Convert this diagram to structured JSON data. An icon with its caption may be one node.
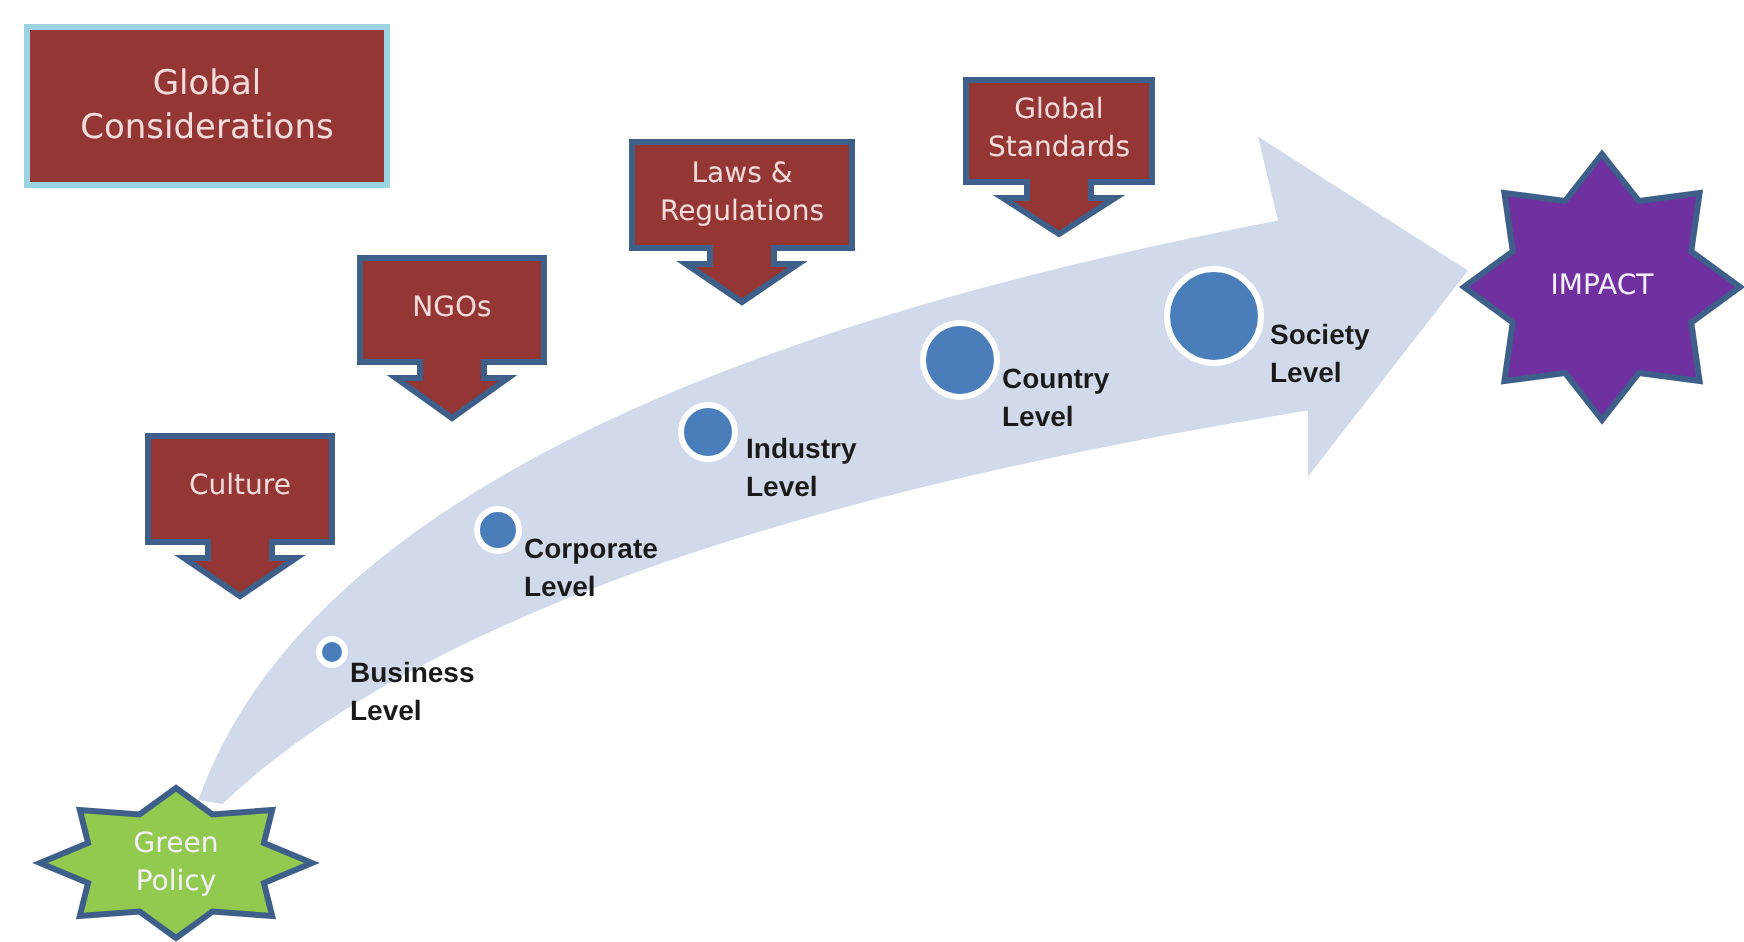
{
  "diagram": {
    "nodes": [
      {
        "text": [
          "Global Considerations"
        ]
      },
      {
        "text": [
          "Culture"
        ]
      },
      {
        "text": [
          "NGOs"
        ]
      },
      {
        "text": [
          "Laws & Regulations"
        ]
      },
      {
        "text": [
          "Global Standards"
        ]
      },
      {
        "text": [
          "Green Policy"
        ]
      },
      {
        "text": [],
        "shape": "circle",
        "beside": [
          "Business Level"
        ]
      },
      {
        "text": [],
        "shape": "circle",
        "beside": [
          "Corporate Level"
        ]
      },
      {
        "text": [],
        "shape": "circle",
        "beside": [
          "Industry Level"
        ]
      },
      {
        "text": [],
        "shape": "circle",
        "beside": [
          "Country Level"
        ]
      },
      {
        "text": [],
        "shape": "circle",
        "beside": [
          "Society Level"
        ]
      },
      {
        "text": [
          "IMPACT"
        ]
      }
    ],
    "edges": [
      {
        "from": 5,
        "to": 11,
        "arrow": "to",
        "style": "thick",
        "color": "#d0daea"
      }
    ]
  }
}
